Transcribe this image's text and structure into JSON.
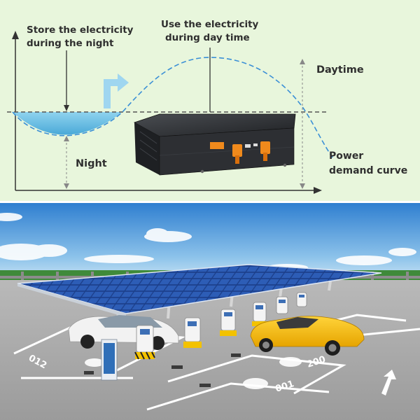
{
  "diagram": {
    "labels": {
      "store": [
        "Store the electricity",
        "during the night"
      ],
      "use": [
        "Use the electricity",
        "during day time"
      ],
      "daytime": "Daytime",
      "night": "Night",
      "power": [
        "Power",
        "demand curve"
      ]
    },
    "colors": {
      "panel_bg": "#e8f6dc",
      "curve": "#3a8fd6",
      "night_fill": "#7fc8e6",
      "arrow": "#9fd6f0",
      "battery": "#2d2f33",
      "connector": "#f08a1c"
    }
  },
  "scene": {
    "parking_numbers": [
      "012",
      "200",
      "001"
    ]
  }
}
